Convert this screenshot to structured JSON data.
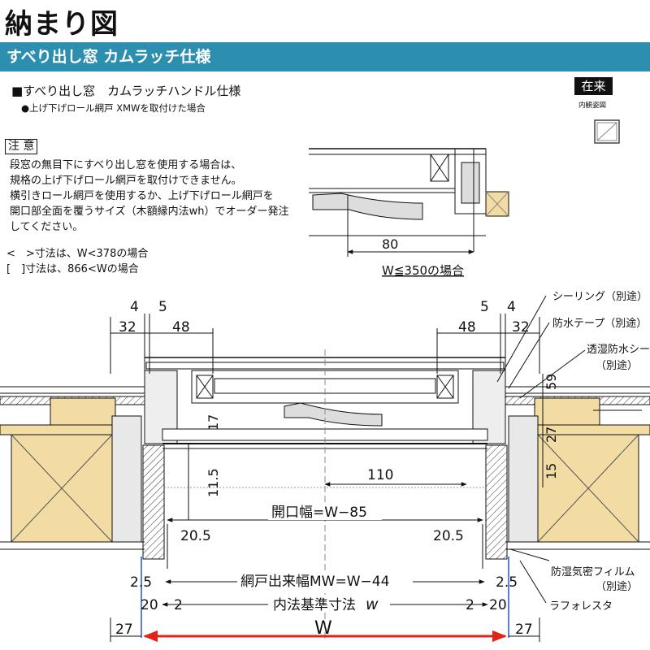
{
  "header": {
    "title": "納まり図",
    "banner": "すべり出し窓 カムラッチ仕様"
  },
  "subtitle": {
    "line1": "■すべり出し窓　カムラッチハンドル仕様",
    "line2": "●上げ下げロール網戸 XMWを取付けた場合"
  },
  "badge": {
    "label": "在来",
    "view_label": "内観姿図"
  },
  "note": {
    "heading": "注 意",
    "lines": [
      "段窓の無目下にすべり出し窓を使用する場合は、",
      "規格の上げ下げロール網戸を取付けできません。",
      "横引きロール網戸を使用するか、上げ下げロール網戸を",
      "開口部全面を覆うサイズ（木額縁内法wh）でオーダー発注",
      "してください。"
    ],
    "dim_angle": "<　>寸法は、W<378の場合",
    "dim_square": "[　]寸法は、866<Wの場合"
  },
  "inset": {
    "dim": "80",
    "caption": "W≦350の場合"
  },
  "dims": {
    "left_4": "4",
    "left_5": "5",
    "left_32": "32",
    "left_48": "48",
    "right_5": "5",
    "right_4": "4",
    "right_48": "48",
    "right_32": "32",
    "d59": "59",
    "d17": "17",
    "d27": "27",
    "d11_5": "11.5",
    "d15": "15",
    "d110": "110",
    "opening": "開口幅=W−85",
    "left_20_5": "20.5",
    "right_20_5": "20.5",
    "screen": "網戸出来幅MW=W−44",
    "left_2_5": "2.5",
    "right_2_5": "2.5",
    "left_20": "20",
    "left_2": "2",
    "inner": "内法基準寸法",
    "inner_w": "w",
    "right_2": "2",
    "right_20": "20",
    "left_27": "27",
    "W": "W",
    "right_27": "27"
  },
  "callouts": {
    "sealing": "シーリング（別途）",
    "waterproof_tape": "防水テープ（別途）",
    "sheet_1": "透湿防水シート",
    "sheet_2": "（別途）",
    "film_1": "防湿気密フィルム",
    "film_2": "（別途）",
    "lath": "ラフォレスタ"
  },
  "colors": {
    "banner": "#2d8fb0",
    "wood": "#f2dca4",
    "dim_arrow": "#e0241b",
    "blue_line": "#2a4fd8"
  }
}
